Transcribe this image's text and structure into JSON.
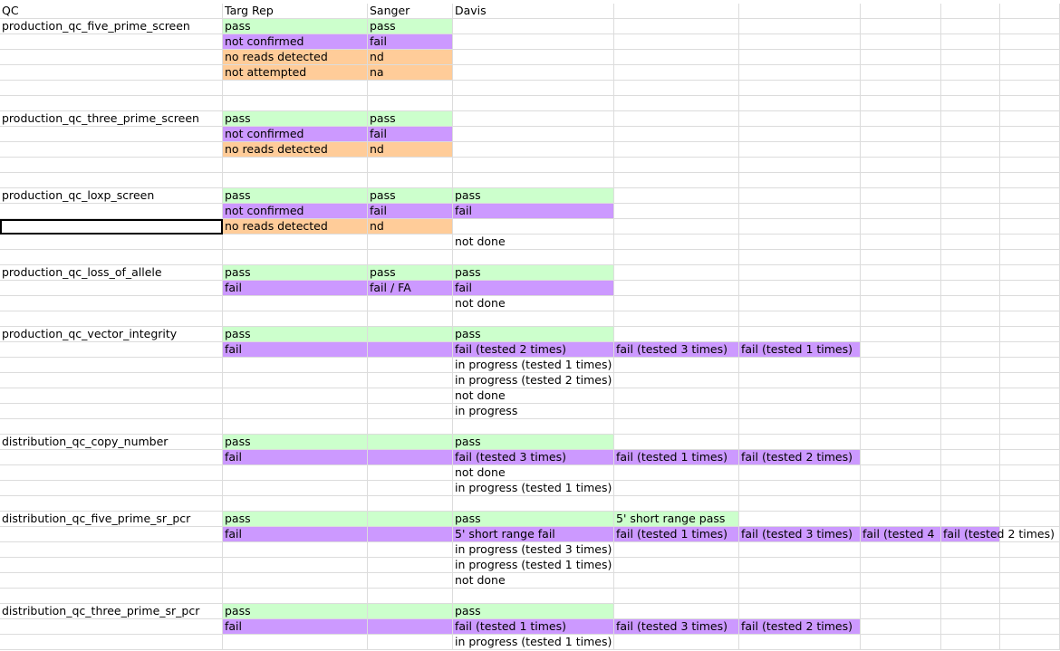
{
  "columns": [
    "QC",
    "Targ Rep",
    "Sanger",
    "Davis",
    "",
    "",
    "",
    "",
    ""
  ],
  "colors": {
    "pass": "#ccffcc",
    "fail": "#cc99ff",
    "nd": "#ffcc99",
    "none": "#ffffff"
  },
  "selected_cell": {
    "row": 14,
    "col": 0
  },
  "rows": [
    {
      "cells": [
        {
          "t": "QC",
          "c": "none"
        },
        {
          "t": "Targ Rep",
          "c": "none"
        },
        {
          "t": "Sanger",
          "c": "none"
        },
        {
          "t": "Davis",
          "c": "none"
        }
      ]
    },
    {
      "cells": [
        {
          "t": "production_qc_five_prime_screen",
          "c": "none"
        },
        {
          "t": "pass",
          "c": "pass"
        },
        {
          "t": "pass",
          "c": "pass"
        }
      ]
    },
    {
      "cells": [
        {
          "t": "",
          "c": "none"
        },
        {
          "t": "not confirmed",
          "c": "fail"
        },
        {
          "t": "fail",
          "c": "fail"
        }
      ]
    },
    {
      "cells": [
        {
          "t": "",
          "c": "none"
        },
        {
          "t": "no reads detected",
          "c": "nd"
        },
        {
          "t": "nd",
          "c": "nd"
        }
      ]
    },
    {
      "cells": [
        {
          "t": "",
          "c": "none"
        },
        {
          "t": "not attempted",
          "c": "nd"
        },
        {
          "t": "na",
          "c": "nd"
        }
      ]
    },
    {
      "cells": []
    },
    {
      "cells": []
    },
    {
      "cells": [
        {
          "t": "production_qc_three_prime_screen",
          "c": "none"
        },
        {
          "t": "pass",
          "c": "pass"
        },
        {
          "t": "pass",
          "c": "pass"
        }
      ]
    },
    {
      "cells": [
        {
          "t": "",
          "c": "none"
        },
        {
          "t": "not confirmed",
          "c": "fail"
        },
        {
          "t": "fail",
          "c": "fail"
        }
      ]
    },
    {
      "cells": [
        {
          "t": "",
          "c": "none"
        },
        {
          "t": "no reads detected",
          "c": "nd"
        },
        {
          "t": "nd",
          "c": "nd"
        }
      ]
    },
    {
      "cells": []
    },
    {
      "cells": []
    },
    {
      "cells": [
        {
          "t": "production_qc_loxp_screen",
          "c": "none"
        },
        {
          "t": "pass",
          "c": "pass"
        },
        {
          "t": "pass",
          "c": "pass"
        },
        {
          "t": "pass",
          "c": "pass"
        }
      ]
    },
    {
      "cells": [
        {
          "t": "",
          "c": "none"
        },
        {
          "t": "not confirmed",
          "c": "fail"
        },
        {
          "t": "fail",
          "c": "fail"
        },
        {
          "t": "fail",
          "c": "fail"
        }
      ]
    },
    {
      "cells": [
        {
          "t": "",
          "c": "none"
        },
        {
          "t": "no reads detected",
          "c": "nd"
        },
        {
          "t": "nd",
          "c": "nd"
        }
      ]
    },
    {
      "cells": [
        {
          "t": "",
          "c": "none"
        },
        {
          "t": "",
          "c": "none"
        },
        {
          "t": "",
          "c": "none"
        },
        {
          "t": "not done",
          "c": "none"
        }
      ]
    },
    {
      "cells": []
    },
    {
      "cells": [
        {
          "t": "production_qc_loss_of_allele",
          "c": "none"
        },
        {
          "t": "pass",
          "c": "pass"
        },
        {
          "t": "pass",
          "c": "pass"
        },
        {
          "t": "pass",
          "c": "pass"
        }
      ]
    },
    {
      "cells": [
        {
          "t": "",
          "c": "none"
        },
        {
          "t": "fail",
          "c": "fail"
        },
        {
          "t": "fail / FA",
          "c": "fail"
        },
        {
          "t": "fail",
          "c": "fail"
        }
      ]
    },
    {
      "cells": [
        {
          "t": "",
          "c": "none"
        },
        {
          "t": "",
          "c": "none"
        },
        {
          "t": "",
          "c": "none"
        },
        {
          "t": "not done",
          "c": "none"
        }
      ]
    },
    {
      "cells": []
    },
    {
      "cells": [
        {
          "t": "production_qc_vector_integrity",
          "c": "none"
        },
        {
          "t": "pass",
          "c": "pass"
        },
        {
          "t": "",
          "c": "pass"
        },
        {
          "t": "pass",
          "c": "pass"
        }
      ]
    },
    {
      "cells": [
        {
          "t": "",
          "c": "none"
        },
        {
          "t": "fail",
          "c": "fail"
        },
        {
          "t": "",
          "c": "fail"
        },
        {
          "t": "fail (tested 2 times)",
          "c": "fail"
        },
        {
          "t": "fail (tested 3 times)",
          "c": "fail"
        },
        {
          "t": "fail (tested 1 times)",
          "c": "fail"
        }
      ]
    },
    {
      "cells": [
        {
          "t": "",
          "c": "none"
        },
        {
          "t": "",
          "c": "none"
        },
        {
          "t": "",
          "c": "none"
        },
        {
          "t": "in progress (tested 1 times)",
          "c": "none"
        }
      ]
    },
    {
      "cells": [
        {
          "t": "",
          "c": "none"
        },
        {
          "t": "",
          "c": "none"
        },
        {
          "t": "",
          "c": "none"
        },
        {
          "t": "in progress (tested 2 times)",
          "c": "none"
        }
      ]
    },
    {
      "cells": [
        {
          "t": "",
          "c": "none"
        },
        {
          "t": "",
          "c": "none"
        },
        {
          "t": "",
          "c": "none"
        },
        {
          "t": "not done",
          "c": "none"
        }
      ]
    },
    {
      "cells": [
        {
          "t": "",
          "c": "none"
        },
        {
          "t": "",
          "c": "none"
        },
        {
          "t": "",
          "c": "none"
        },
        {
          "t": "in progress",
          "c": "none"
        }
      ]
    },
    {
      "cells": []
    },
    {
      "cells": [
        {
          "t": "distribution_qc_copy_number",
          "c": "none"
        },
        {
          "t": "pass",
          "c": "pass"
        },
        {
          "t": "",
          "c": "pass"
        },
        {
          "t": "pass",
          "c": "pass"
        }
      ]
    },
    {
      "cells": [
        {
          "t": "",
          "c": "none"
        },
        {
          "t": "fail",
          "c": "fail"
        },
        {
          "t": "",
          "c": "fail"
        },
        {
          "t": "fail (tested 3 times)",
          "c": "fail"
        },
        {
          "t": "fail (tested 1 times)",
          "c": "fail"
        },
        {
          "t": "fail (tested 2 times)",
          "c": "fail"
        }
      ]
    },
    {
      "cells": [
        {
          "t": "",
          "c": "none"
        },
        {
          "t": "",
          "c": "none"
        },
        {
          "t": "",
          "c": "none"
        },
        {
          "t": "not done",
          "c": "none"
        }
      ]
    },
    {
      "cells": [
        {
          "t": "",
          "c": "none"
        },
        {
          "t": "",
          "c": "none"
        },
        {
          "t": "",
          "c": "none"
        },
        {
          "t": "in progress (tested 1 times)",
          "c": "none"
        }
      ]
    },
    {
      "cells": []
    },
    {
      "cells": [
        {
          "t": "distribution_qc_five_prime_sr_pcr",
          "c": "none"
        },
        {
          "t": "pass",
          "c": "pass"
        },
        {
          "t": "",
          "c": "pass"
        },
        {
          "t": "pass",
          "c": "pass"
        },
        {
          "t": "5' short range pass",
          "c": "pass"
        }
      ]
    },
    {
      "cells": [
        {
          "t": "",
          "c": "none"
        },
        {
          "t": "fail",
          "c": "fail"
        },
        {
          "t": "",
          "c": "fail"
        },
        {
          "t": "5' short range fail",
          "c": "fail"
        },
        {
          "t": "fail (tested 1 times)",
          "c": "fail"
        },
        {
          "t": "fail (tested 3 times)",
          "c": "fail"
        },
        {
          "t": "fail (tested 4",
          "c": "fail"
        },
        {
          "t": "fail (tested 2 times)",
          "c": "fail"
        }
      ]
    },
    {
      "cells": [
        {
          "t": "",
          "c": "none"
        },
        {
          "t": "",
          "c": "none"
        },
        {
          "t": "",
          "c": "none"
        },
        {
          "t": "in progress (tested 3 times)",
          "c": "none"
        }
      ]
    },
    {
      "cells": [
        {
          "t": "",
          "c": "none"
        },
        {
          "t": "",
          "c": "none"
        },
        {
          "t": "",
          "c": "none"
        },
        {
          "t": "in progress (tested 1 times)",
          "c": "none"
        }
      ]
    },
    {
      "cells": [
        {
          "t": "",
          "c": "none"
        },
        {
          "t": "",
          "c": "none"
        },
        {
          "t": "",
          "c": "none"
        },
        {
          "t": "not done",
          "c": "none"
        }
      ]
    },
    {
      "cells": []
    },
    {
      "cells": [
        {
          "t": "distribution_qc_three_prime_sr_pcr",
          "c": "none"
        },
        {
          "t": "pass",
          "c": "pass"
        },
        {
          "t": "",
          "c": "pass"
        },
        {
          "t": "pass",
          "c": "pass"
        }
      ]
    },
    {
      "cells": [
        {
          "t": "",
          "c": "none"
        },
        {
          "t": "fail",
          "c": "fail"
        },
        {
          "t": "",
          "c": "fail"
        },
        {
          "t": "fail (tested 1 times)",
          "c": "fail"
        },
        {
          "t": "fail (tested 3 times)",
          "c": "fail"
        },
        {
          "t": "fail (tested 2 times)",
          "c": "fail"
        }
      ]
    },
    {
      "cells": [
        {
          "t": "",
          "c": "none"
        },
        {
          "t": "",
          "c": "none"
        },
        {
          "t": "",
          "c": "none"
        },
        {
          "t": "in progress (tested 1 times)",
          "c": "none"
        }
      ]
    }
  ]
}
